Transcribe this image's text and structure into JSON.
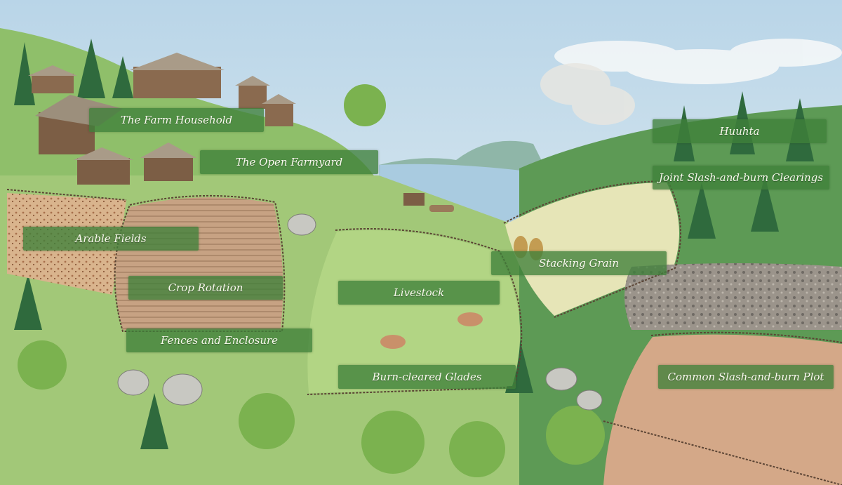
{
  "labels": {
    "farm_household": "The Farm Household",
    "open_farmyard": "The Open Farmyard",
    "arable_fields": "Arable Fields",
    "crop_rotation": "Crop Rotation",
    "fences_enclosure": "Fences and Enclosure",
    "livestock": "Livestock",
    "burn_cleared_glades": "Burn-cleared Glades",
    "stacking_grain": "Stacking Grain",
    "huuhta": "Huuhta",
    "joint_clearings": "Joint Slash-and-burn Clearings",
    "common_plot": "Common Slash-and-burn Plot"
  },
  "colors": {
    "label_bg": "#3f803a",
    "label_text": "#fbfbf0",
    "sky": "#cfe2ef",
    "lake": "#a9cbe0",
    "meadow": "#a9cf7a",
    "forest": "#3f7f45",
    "ploughed_soil": "#c9a887",
    "burnt_ground": "#8a8378",
    "fence": "#5b4434"
  }
}
